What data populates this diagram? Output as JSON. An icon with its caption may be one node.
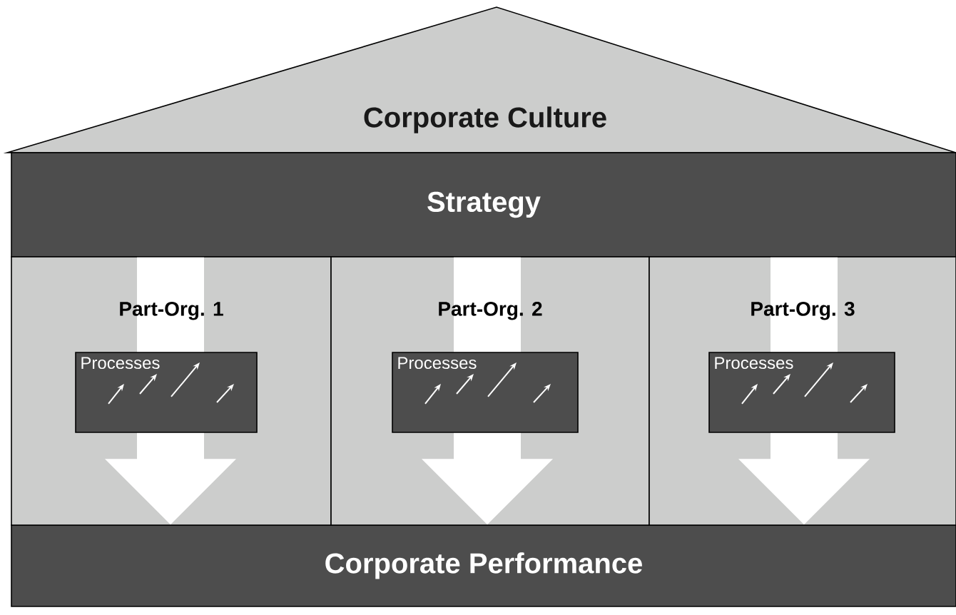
{
  "diagram": {
    "nodes": [
      {
        "text": [
          "Corporate Culture"
        ]
      },
      {
        "text": [
          "Strategy"
        ]
      },
      {
        "text": [
          "Part-Org. 1"
        ]
      },
      {
        "text": [
          "Processes"
        ],
        "in": 2
      },
      {
        "text": [
          "Part-Org. 2"
        ]
      },
      {
        "text": [
          "Processes"
        ],
        "in": 4
      },
      {
        "text": [
          "Part-Org. 3"
        ]
      },
      {
        "text": [
          "Processes"
        ],
        "in": 6
      },
      {
        "text": [
          "Corporate Performance"
        ]
      }
    ],
    "edges": [
      {
        "from": 1,
        "to": 8,
        "arrow": "to",
        "style": "thick"
      },
      {
        "from": 1,
        "to": 8,
        "arrow": "to",
        "style": "thick"
      },
      {
        "from": 1,
        "to": 8,
        "arrow": "to",
        "style": "thick"
      }
    ]
  }
}
